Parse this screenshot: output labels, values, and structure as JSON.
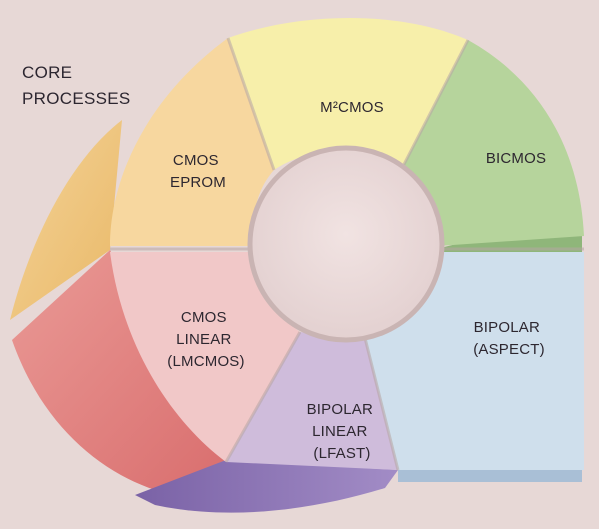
{
  "title_lines": [
    "CORE",
    "PROCESSES"
  ],
  "segments": [
    {
      "id": "m2cmos",
      "lines": [
        "M²CMOS"
      ],
      "color": "#f7efaa"
    },
    {
      "id": "bicmos",
      "lines": [
        "BICMOS"
      ],
      "color": "#b6d49c"
    },
    {
      "id": "bipolar-aspect",
      "lines": [
        "BIPOLAR",
        "(ASPECT)"
      ],
      "color": "#cfdfec"
    },
    {
      "id": "bipolar-linear",
      "lines": [
        "BIPOLAR",
        "LINEAR",
        "(LFAST)"
      ],
      "color": "#cfbcdb"
    },
    {
      "id": "cmos-linear",
      "lines": [
        "CMOS",
        "LINEAR",
        "(LMCMOS)"
      ],
      "color": "#f1c8c8"
    },
    {
      "id": "cmos-eprom",
      "lines": [
        "CMOS",
        "EPROM"
      ],
      "color": "#f7d79f"
    }
  ],
  "colors": {
    "background": "#e7d8d6",
    "hub": "#ecdcdc",
    "side_red": "#e48585",
    "side_purple": "#8b74b2",
    "side_orange": "#efc37a"
  }
}
